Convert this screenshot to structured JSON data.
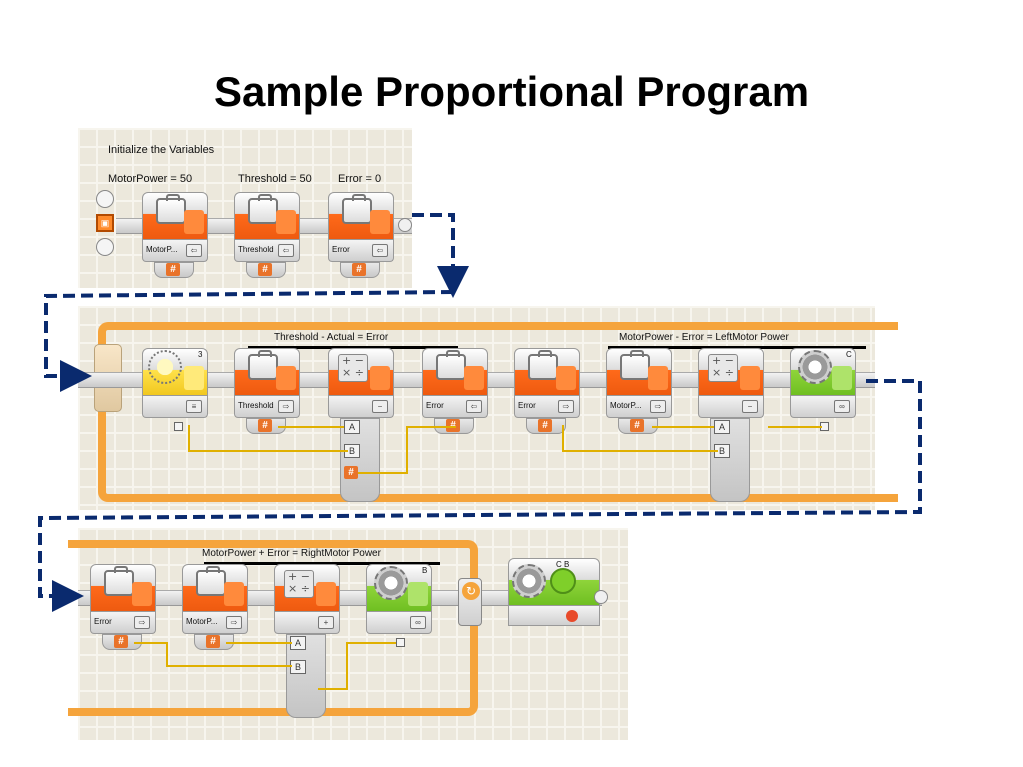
{
  "title": "Sample Proportional Program",
  "section1": {
    "heading": "Initialize the Variables",
    "labels": [
      "MotorPower = 50",
      "Threshold = 50",
      "Error = 0"
    ],
    "blocks": [
      {
        "name": "MotorP...",
        "icon": "variable-briefcase-icon"
      },
      {
        "name": "Threshold",
        "icon": "variable-briefcase-icon"
      },
      {
        "name": "Error",
        "icon": "variable-briefcase-icon"
      }
    ]
  },
  "section2": {
    "comment1": "Threshold - Actual    =    Error",
    "comment2": "MotorPower - Error       =       LeftMotor Power",
    "sensor_port": "3",
    "motor_port": "C",
    "blocks": [
      {
        "name": "",
        "icon": "light-sensor-icon"
      },
      {
        "name": "Threshold",
        "icon": "variable-briefcase-icon"
      },
      {
        "name": "",
        "icon": "math-icon",
        "op": "−"
      },
      {
        "name": "Error",
        "icon": "variable-briefcase-icon"
      },
      {
        "name": "Error",
        "icon": "variable-briefcase-icon"
      },
      {
        "name": "MotorP...",
        "icon": "variable-briefcase-icon"
      },
      {
        "name": "",
        "icon": "math-icon",
        "op": "−"
      },
      {
        "name": "",
        "icon": "motor-gear-icon"
      }
    ],
    "plug_a": "A",
    "plug_b": "B"
  },
  "section3": {
    "comment": "MotorPower  +  Error     =  RightMotor Power",
    "motor_port": "B",
    "stop_ports": "C B",
    "blocks": [
      {
        "name": "Error",
        "icon": "variable-briefcase-icon"
      },
      {
        "name": "MotorP...",
        "icon": "variable-briefcase-icon"
      },
      {
        "name": "",
        "icon": "math-icon",
        "op": "+"
      },
      {
        "name": "",
        "icon": "motor-gear-icon"
      }
    ],
    "plug_a": "A",
    "plug_b": "B"
  },
  "colors": {
    "arrow": "#0a2a6e",
    "loop_frame": "#f5a43c",
    "variable_block": "#ff6a1a",
    "motor_block": "#8fd43a",
    "sensor_block": "#ffe14a",
    "wire": "#e0b000"
  }
}
